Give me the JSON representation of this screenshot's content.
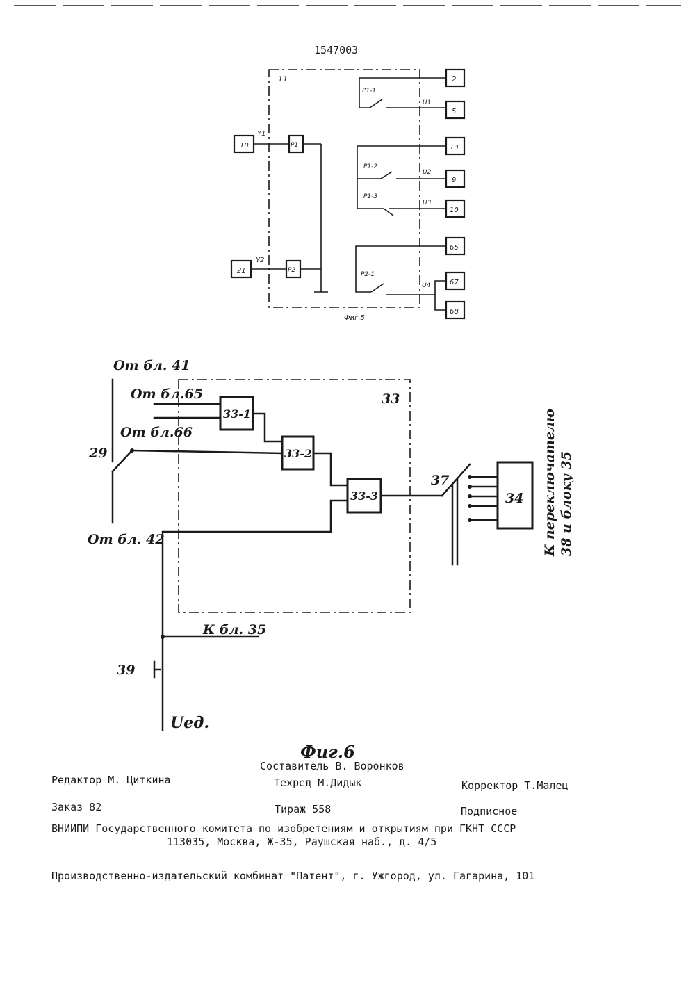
{
  "page_number": "1547003",
  "fig5": {
    "block_label": "11",
    "caption": "Фиг.5",
    "inputs": [
      {
        "id": "10",
        "signal": "Y1",
        "relay": "P1"
      },
      {
        "id": "21",
        "signal": "Y2",
        "relay": "P2"
      }
    ],
    "contacts": [
      "P1-1",
      "P1-2",
      "P1-3",
      "P2-1"
    ],
    "outputs": [
      "2",
      "5",
      "13",
      "9",
      "10",
      "65",
      "67",
      "68"
    ],
    "output_signals": [
      "U1",
      "U2",
      "U3",
      "U4"
    ]
  },
  "fig6": {
    "block_33": "33",
    "blocks": [
      "33-1",
      "33-2",
      "33-3",
      "34"
    ],
    "labels": {
      "from_41": "От бл. 41",
      "from_65": "От бл.65",
      "from_66": "От бл.66",
      "from_42": "От бл. 42",
      "switch_29": "29",
      "switch_37": "37",
      "to_35": "К бл. 35",
      "button_39": "39",
      "u_ed": "Uед.",
      "side_line1": "К переключателю",
      "side_line2": "38 и блоку 35"
    },
    "caption": "Фиг.6"
  },
  "footer": {
    "compiler": "Составитель  В. Воронков",
    "editor": "Редактор М. Циткина",
    "techred": "Техред М.Дидык",
    "corrector": "Корректор Т.Малец",
    "order": "Заказ 82",
    "print_run": "Тираж 558",
    "subscription": "Подписное",
    "org_line1": "ВНИИПИ Государственного комитета по изобретениям и открытиям при ГКНТ СССР",
    "org_line2": "113035, Москва, Ж-35, Раушская наб., д. 4/5",
    "plant": "Производственно-издательский комбинат \"Патент\", г. Ужгород, ул. Гагарина, 101"
  }
}
